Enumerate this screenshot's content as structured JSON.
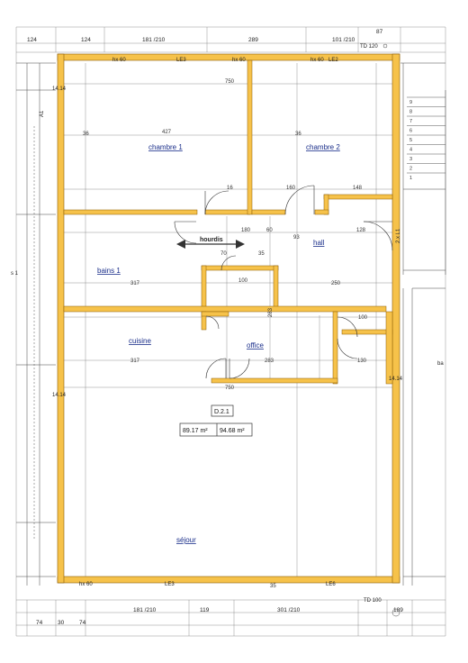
{
  "top_dims": [
    "124",
    "124",
    "181 /210",
    "289",
    "101 /210",
    "87"
  ],
  "top_right_code": "TD 120",
  "bottom_dims": [
    "74",
    "30",
    "74",
    "181 /210",
    "119",
    "301 /210",
    "189"
  ],
  "bottom_right_code": "TD 100",
  "wall_codes_top": [
    "LE3",
    "LE2"
  ],
  "wall_codes_bottom": [
    "LE3",
    "LE6"
  ],
  "window_labels": [
    "hx 60",
    "hx 60",
    "hx 60",
    "hx 60"
  ],
  "side_marks": [
    "14.14",
    "14.14",
    "14.14"
  ],
  "rooms": {
    "chambre1": "chambre 1",
    "chambre2": "chambre 2",
    "hall": "hall",
    "bains1": "bains 1",
    "cuisine": "cuisine",
    "office": "office",
    "sejour": "séjour",
    "hourdis": "hourdis"
  },
  "unit": {
    "code": "D.2.1",
    "area1": "89.17 m²",
    "area2": "94.68 m²"
  },
  "dims": {
    "overall_width": "750",
    "overall_width2": "750",
    "ch1_w": "427",
    "ch1_h": "36",
    "ch2_h": "36",
    "ch2_w": "160",
    "ch2_w2": "148",
    "dim_283": "283",
    "bains_w": "317",
    "bains_w2": "100",
    "hall_w": "250",
    "cuisine_w": "317",
    "office_w": "283",
    "office_w2": "130",
    "right_100": "100",
    "dim_16": "16",
    "dim_180": "180",
    "dim_93": "93",
    "dim_60": "60",
    "dim_128": "128",
    "dim_35": "35",
    "dim_70": "70",
    "dim_35b": "35",
    "right_col": "2.x L1",
    "stairs": [
      "9",
      "8",
      "7",
      "6",
      "5",
      "4",
      "3",
      "2",
      "1"
    ]
  },
  "left_labels": [
    "s 1",
    "A1"
  ],
  "right_labels": [
    "ba"
  ]
}
